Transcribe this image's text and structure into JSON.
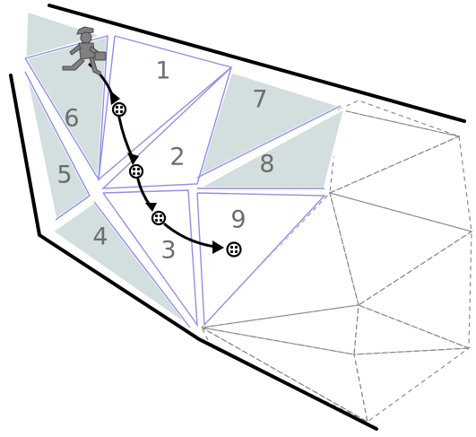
{
  "diagram": {
    "colors": {
      "shaded_cell": "#d3dede",
      "cell_edge": "#8f8fe8",
      "unexplored_edge": "#8a8a8a",
      "label": "#6d6d6d",
      "wall": "#000000"
    },
    "cell_labels": [
      "1",
      "2",
      "3",
      "4",
      "5",
      "6",
      "7",
      "8",
      "9"
    ],
    "agent_icon": "walking-person-with-briefcase-icon"
  }
}
